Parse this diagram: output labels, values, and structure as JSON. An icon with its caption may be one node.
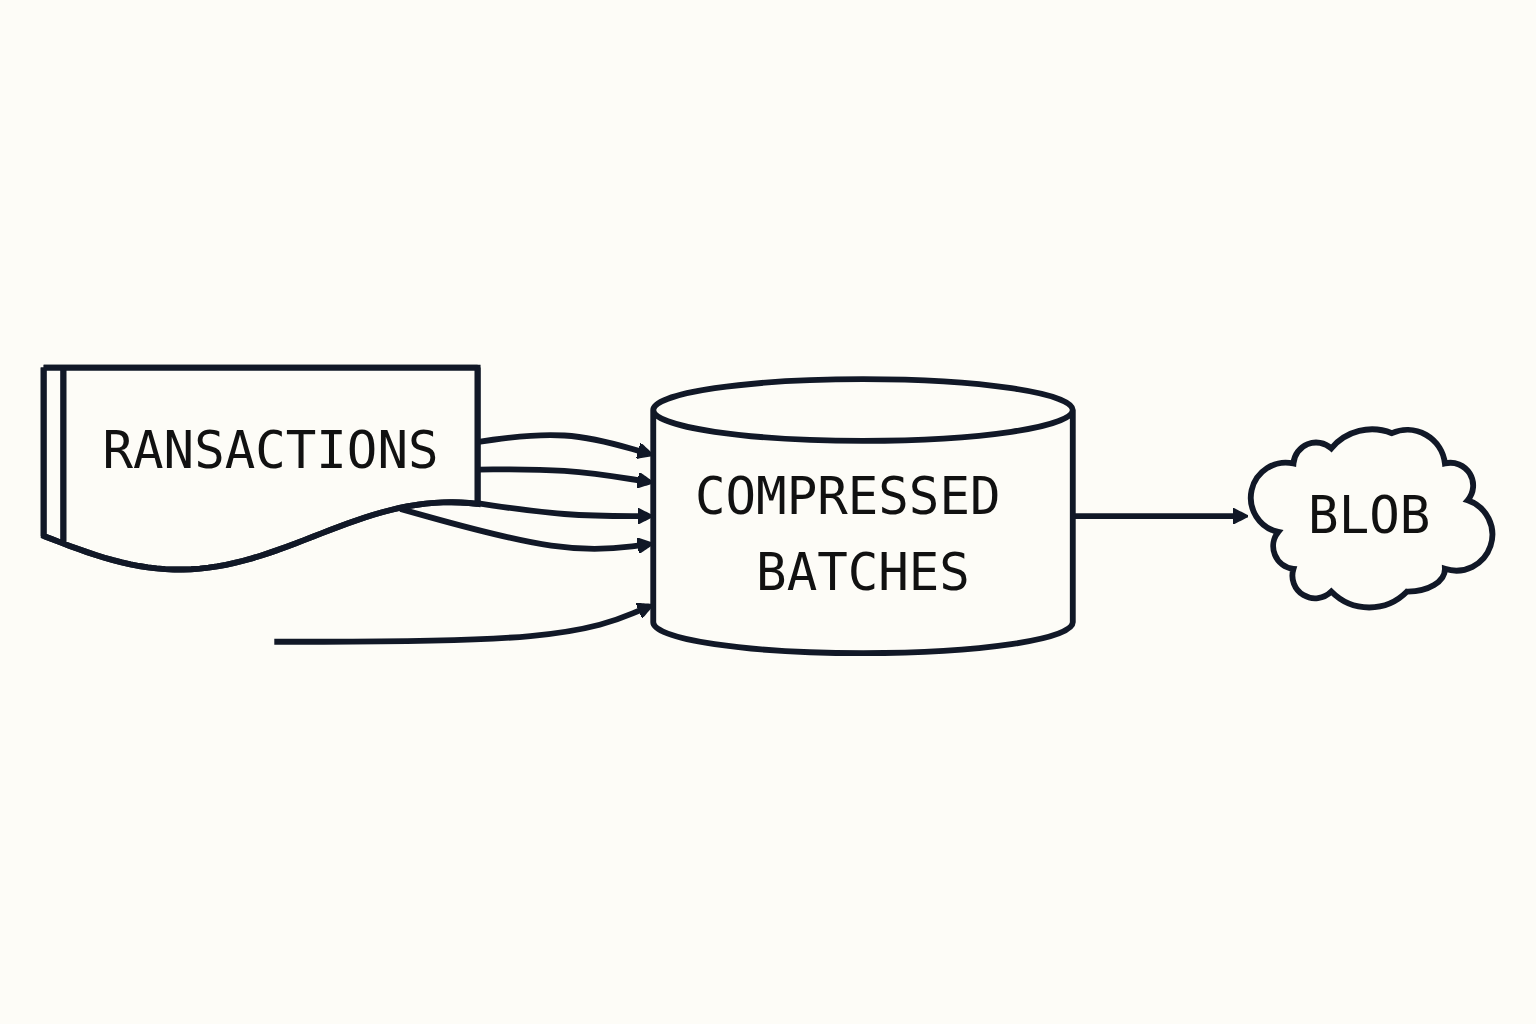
{
  "diagram": {
    "nodes": [
      {
        "text": [
          "RANSACTIONS"
        ]
      },
      {
        "text": [
          "COMPRESSED BATCHES"
        ]
      },
      {
        "text": [
          "BLOB"
        ]
      }
    ],
    "edges": [
      {
        "from": 0,
        "to": 1,
        "arrow": "to"
      },
      {
        "from": 0,
        "to": 1,
        "arrow": "to"
      },
      {
        "from": 0,
        "to": 1,
        "arrow": "to"
      },
      {
        "from": 0,
        "to": 1,
        "arrow": "to"
      },
      {
        "from": 1,
        "to": 2,
        "arrow": "to"
      },
      {
        "from": null,
        "to": 1,
        "arrow": "to"
      }
    ]
  }
}
